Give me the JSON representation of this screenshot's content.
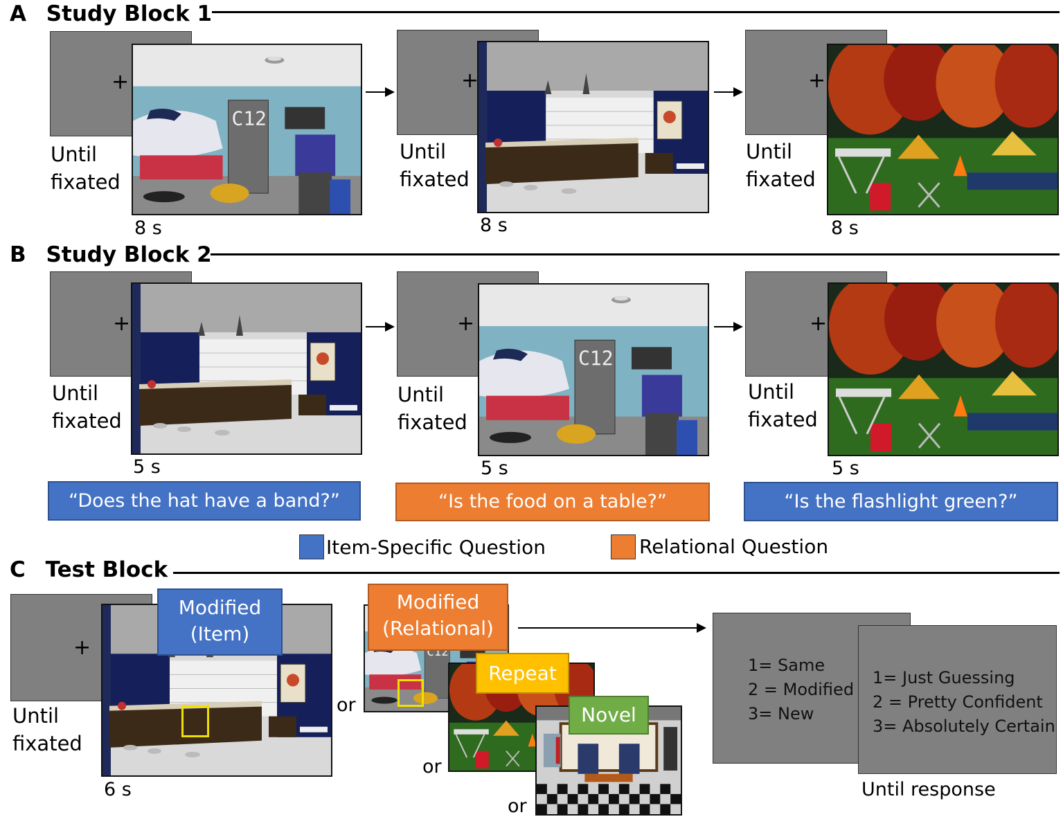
{
  "section_a": {
    "letter": "A",
    "title": "Study Block 1"
  },
  "section_b": {
    "letter": "B",
    "title": "Study Block 2"
  },
  "section_c": {
    "letter": "C",
    "title": "Test Block"
  },
  "fixation": {
    "symbol": "+",
    "label_line1": "Until",
    "label_line2": "fixated"
  },
  "block1": {
    "durations": [
      "8 s",
      "8 s",
      "8 s"
    ]
  },
  "block2": {
    "durations": [
      "5 s",
      "5 s",
      "5 s"
    ],
    "questions": [
      "“Does the hat have a band?”",
      "“Is the food on a table?”",
      "“Is the flashlight green?”"
    ]
  },
  "legend": {
    "item": "Item-Specific Question",
    "relational": "Relational Question"
  },
  "test": {
    "duration": "6 s",
    "tag_modified_item": [
      "Modified",
      "(Item)"
    ],
    "tag_modified_relational": [
      "Modified",
      "(Relational)"
    ],
    "tag_repeat": "Repeat",
    "tag_novel": "Novel",
    "or": "or",
    "response1": [
      "1= Same",
      "2 = Modified",
      "3= New"
    ],
    "response2": [
      "1= Just Guessing",
      "2 = Pretty Confident",
      "3= Absolutely Certain"
    ],
    "until_response": "Until response",
    "scene_label": "C12"
  },
  "colors": {
    "item_blue": "#4472c4",
    "relational_orange": "#ed7d31",
    "repeat_yellow": "#ffc000",
    "novel_green": "#70ad47",
    "fixation_gray": "#808080"
  }
}
